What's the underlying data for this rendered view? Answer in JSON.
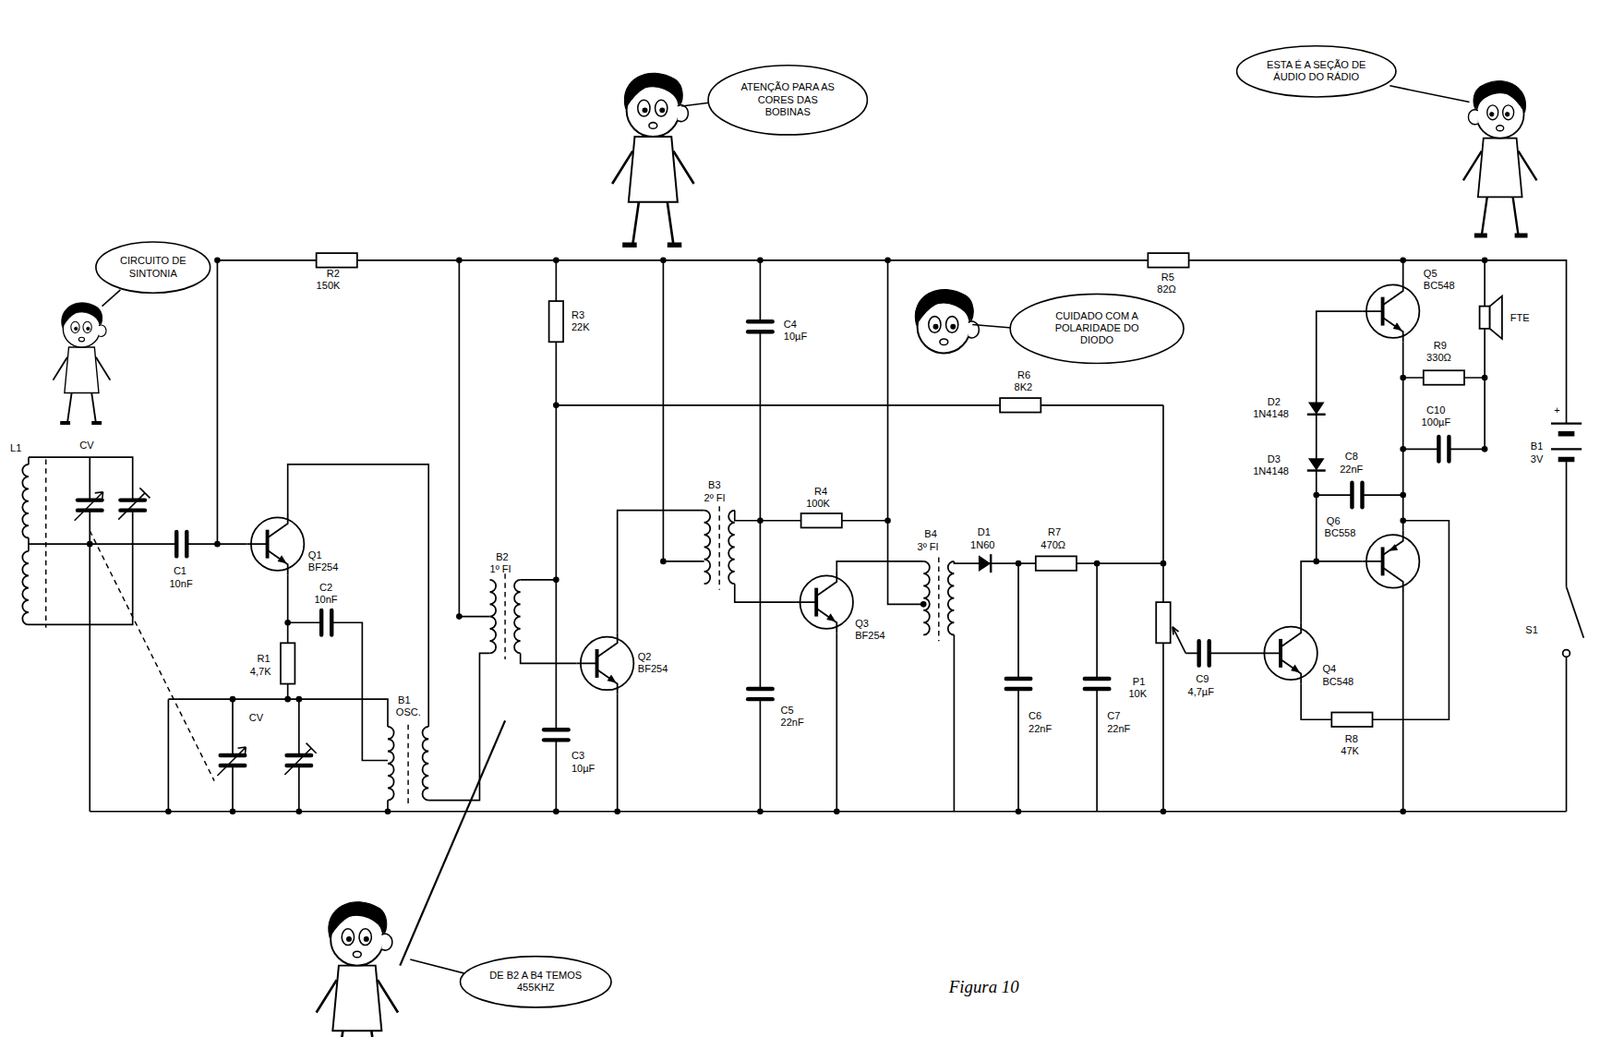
{
  "diagram": {
    "caption": "Figura 10",
    "nodes": [
      {
        "text": [
          "ATENÇÃO PARA AS CORES DAS BOBINAS"
        ]
      },
      {
        "text": [
          "ESTA É A SEÇÃO DE ÁUDIO DO RÁDIO"
        ]
      },
      {
        "text": [
          "CIRCUITO DE SINTONIA"
        ]
      },
      {
        "text": [
          "CUIDADO COM A POLARIDADE DO DIODO"
        ]
      },
      {
        "text": [
          "DE B2 A B4 TEMOS 455KHZ"
        ]
      }
    ],
    "labels": [
      "L1",
      "CV",
      "R2",
      "150K",
      "C1",
      "10nF",
      "Q1",
      "BF254",
      "C2",
      "10nF",
      "R1",
      "4,7K",
      "CV",
      "B1",
      "OSC.",
      "B2",
      "1º FI",
      "Q2",
      "BF254",
      "R3",
      "22K",
      "C3",
      "10µF",
      "C4",
      "10µF",
      "B3",
      "2º FI",
      "R4",
      "100K",
      "Q3",
      "BF254",
      "C5",
      "22nF",
      "R6",
      "8K2",
      "B4",
      "3º FI",
      "D1",
      "1N60",
      "R7",
      "470Ω",
      "C6",
      "22nF",
      "C7",
      "22nF",
      "R5",
      "82Ω",
      "Q5",
      "BC548",
      "FTE",
      "R9",
      "330Ω",
      "P1",
      "10K",
      "C9",
      "4,7µF",
      "D2",
      "1N4148",
      "D3",
      "1N4148",
      "C10",
      "100µF",
      "C8",
      "22nF",
      "Q6",
      "BC558",
      "Q4",
      "BC548",
      "R8",
      "47K",
      "B1",
      "3V",
      "+",
      "S1"
    ]
  }
}
